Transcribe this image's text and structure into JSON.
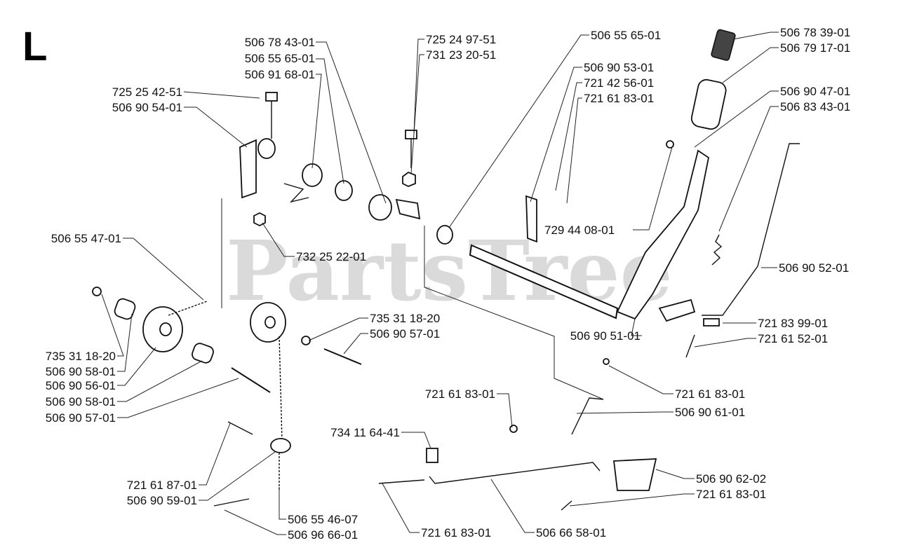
{
  "section_letter": "L",
  "watermark": "PartsTree",
  "labels": [
    "506 78 43-01",
    "506 55 65-01",
    "506 91 68-01",
    "725 24 97-51",
    "731 23 20-51",
    "506 55 65-01",
    "506 78 39-01",
    "506 79 17-01",
    "725 25 42-51",
    "506 90 54-01",
    "506 90 53-01",
    "721 42 56-01",
    "721 61 83-01",
    "506 90 47-01",
    "506 83 43-01",
    "729 44 08-01",
    "506 55 47-01",
    "732 25 22-01",
    "506 90 52-01",
    "735 31 18-20",
    "506 90 57-01",
    "506 90 51-01",
    "721 83 99-01",
    "721 61 52-01",
    "735 31 18-20",
    "506 90 58-01",
    "506 90 56-01",
    "506 90 58-01",
    "506 90 57-01",
    "721 61 83-01",
    "721 61 83-01",
    "506 90 61-01",
    "734 11 64-41",
    "506 90 62-02",
    "721 61 83-01",
    "721 61 87-01",
    "506 90 59-01",
    "506 55 46-07",
    "506 96 66-01",
    "721 61 83-01",
    "506 66 58-01"
  ]
}
